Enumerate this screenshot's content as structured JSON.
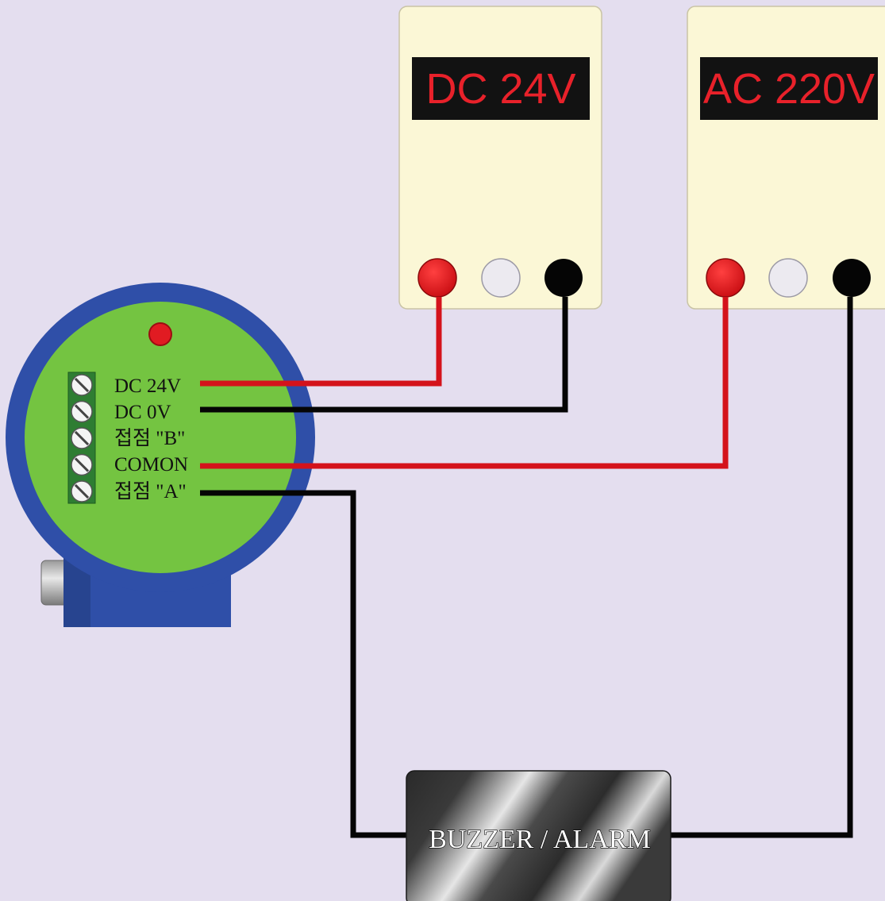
{
  "colors": {
    "background": "#e4deef",
    "psu_body": "#fbf7d6",
    "display": "#121212",
    "display_text": "#e8212a",
    "wire_red": "#d4131b",
    "wire_black": "#050505",
    "sensor_ring": "#2f4fa8",
    "sensor_face": "#74c441",
    "terminal_block": "#2e7d32"
  },
  "power_supplies": [
    {
      "label": "DC 24V",
      "icons": [
        "terminal-positive-icon",
        "terminal-ground-icon",
        "terminal-negative-icon"
      ]
    },
    {
      "label": "AC 220V",
      "icons": [
        "terminal-positive-icon",
        "terminal-ground-icon",
        "terminal-negative-icon"
      ]
    }
  ],
  "sensor": {
    "terminals": [
      {
        "label": "DC 24V"
      },
      {
        "label": "DC 0V"
      },
      {
        "label": "접점 \"B\""
      },
      {
        "label": "COMON"
      },
      {
        "label": "접점 \"A\""
      }
    ]
  },
  "buzzer": {
    "label": "BUZZER / ALARM"
  }
}
